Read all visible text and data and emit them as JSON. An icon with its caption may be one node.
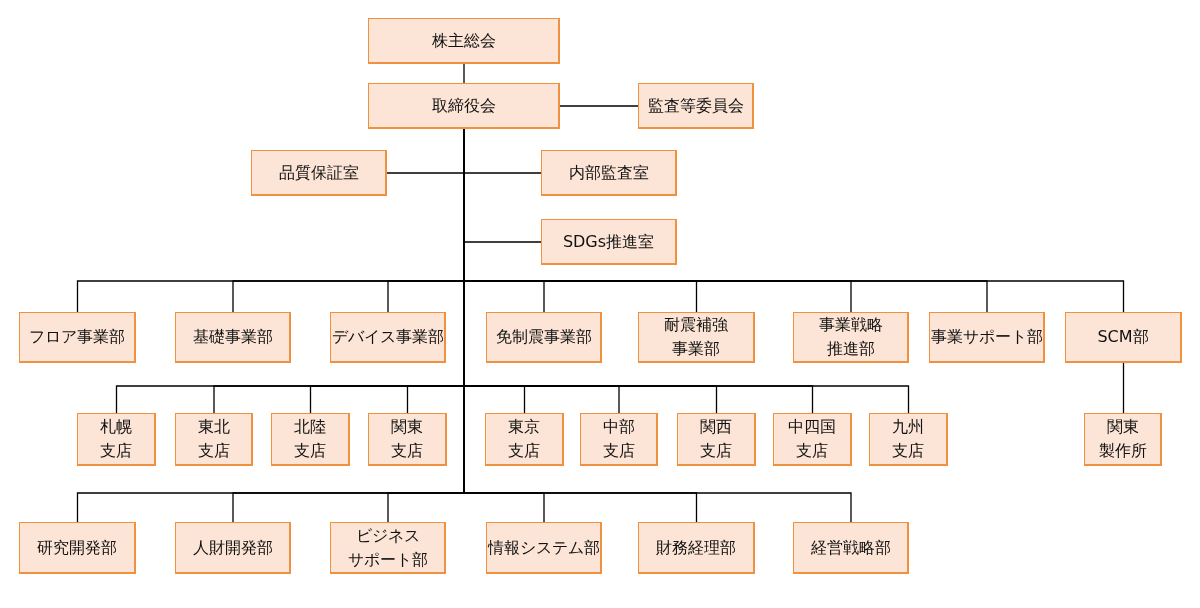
{
  "diagram": {
    "nodes": [
      {
        "text": [
          "株主総会"
        ]
      },
      {
        "text": [
          "取締役会"
        ]
      },
      {
        "text": [
          "監査等委員会"
        ]
      },
      {
        "text": [
          "品質保証室"
        ]
      },
      {
        "text": [
          "内部監査室"
        ]
      },
      {
        "text": [
          "SDGs推進室"
        ]
      },
      {
        "text": [
          "フロア事業部"
        ]
      },
      {
        "text": [
          "基礎事業部"
        ]
      },
      {
        "text": [
          "デバイス事業部"
        ]
      },
      {
        "text": [
          "免制震事業部"
        ]
      },
      {
        "text": [
          "耐震補強事業部"
        ]
      },
      {
        "text": [
          "事業戦略推進部"
        ]
      },
      {
        "text": [
          "事業サポート部"
        ]
      },
      {
        "text": [
          "SCM部"
        ]
      },
      {
        "text": [
          "札幌支店"
        ]
      },
      {
        "text": [
          "東北支店"
        ]
      },
      {
        "text": [
          "北陸支店"
        ]
      },
      {
        "text": [
          "関東支店"
        ]
      },
      {
        "text": [
          "東京支店"
        ]
      },
      {
        "text": [
          "中部支店"
        ]
      },
      {
        "text": [
          "関西支店"
        ]
      },
      {
        "text": [
          "中四国支店"
        ]
      },
      {
        "text": [
          "九州支店"
        ]
      },
      {
        "text": [
          "関東製作所"
        ]
      },
      {
        "text": [
          "研究開発部"
        ]
      },
      {
        "text": [
          "人財開発部"
        ]
      },
      {
        "text": [
          "ビジネスサポート部"
        ]
      },
      {
        "text": [
          "情報システム部"
        ]
      },
      {
        "text": [
          "財務経理部"
        ]
      },
      {
        "text": [
          "経営戦略部"
        ]
      }
    ],
    "edges": [
      {
        "from": 0,
        "to": 1,
        "arrow": "none"
      },
      {
        "from": 1,
        "to": 2,
        "arrow": "none"
      },
      {
        "from": 1,
        "to": 3,
        "arrow": "none"
      },
      {
        "from": 1,
        "to": 4,
        "arrow": "none"
      },
      {
        "from": 1,
        "to": 5,
        "arrow": "none"
      },
      {
        "from": 1,
        "to": 6,
        "arrow": "none"
      },
      {
        "from": 1,
        "to": 7,
        "arrow": "none"
      },
      {
        "from": 1,
        "to": 8,
        "arrow": "none"
      },
      {
        "from": 1,
        "to": 9,
        "arrow": "none"
      },
      {
        "from": 1,
        "to": 10,
        "arrow": "none"
      },
      {
        "from": 1,
        "to": 11,
        "arrow": "none"
      },
      {
        "from": 1,
        "to": 12,
        "arrow": "none"
      },
      {
        "from": 1,
        "to": 13,
        "arrow": "none"
      },
      {
        "from": 1,
        "to": 14,
        "arrow": "none"
      },
      {
        "from": 1,
        "to": 15,
        "arrow": "none"
      },
      {
        "from": 1,
        "to": 16,
        "arrow": "none"
      },
      {
        "from": 1,
        "to": 17,
        "arrow": "none"
      },
      {
        "from": 1,
        "to": 18,
        "arrow": "none"
      },
      {
        "from": 1,
        "to": 19,
        "arrow": "none"
      },
      {
        "from": 1,
        "to": 20,
        "arrow": "none"
      },
      {
        "from": 1,
        "to": 21,
        "arrow": "none"
      },
      {
        "from": 1,
        "to": 22,
        "arrow": "none"
      },
      {
        "from": 1,
        "to": 24,
        "arrow": "none"
      },
      {
        "from": 1,
        "to": 25,
        "arrow": "none"
      },
      {
        "from": 1,
        "to": 26,
        "arrow": "none"
      },
      {
        "from": 1,
        "to": 27,
        "arrow": "none"
      },
      {
        "from": 1,
        "to": 28,
        "arrow": "none"
      },
      {
        "from": 1,
        "to": 29,
        "arrow": "none"
      },
      {
        "from": 13,
        "to": 23,
        "arrow": "none"
      }
    ]
  }
}
